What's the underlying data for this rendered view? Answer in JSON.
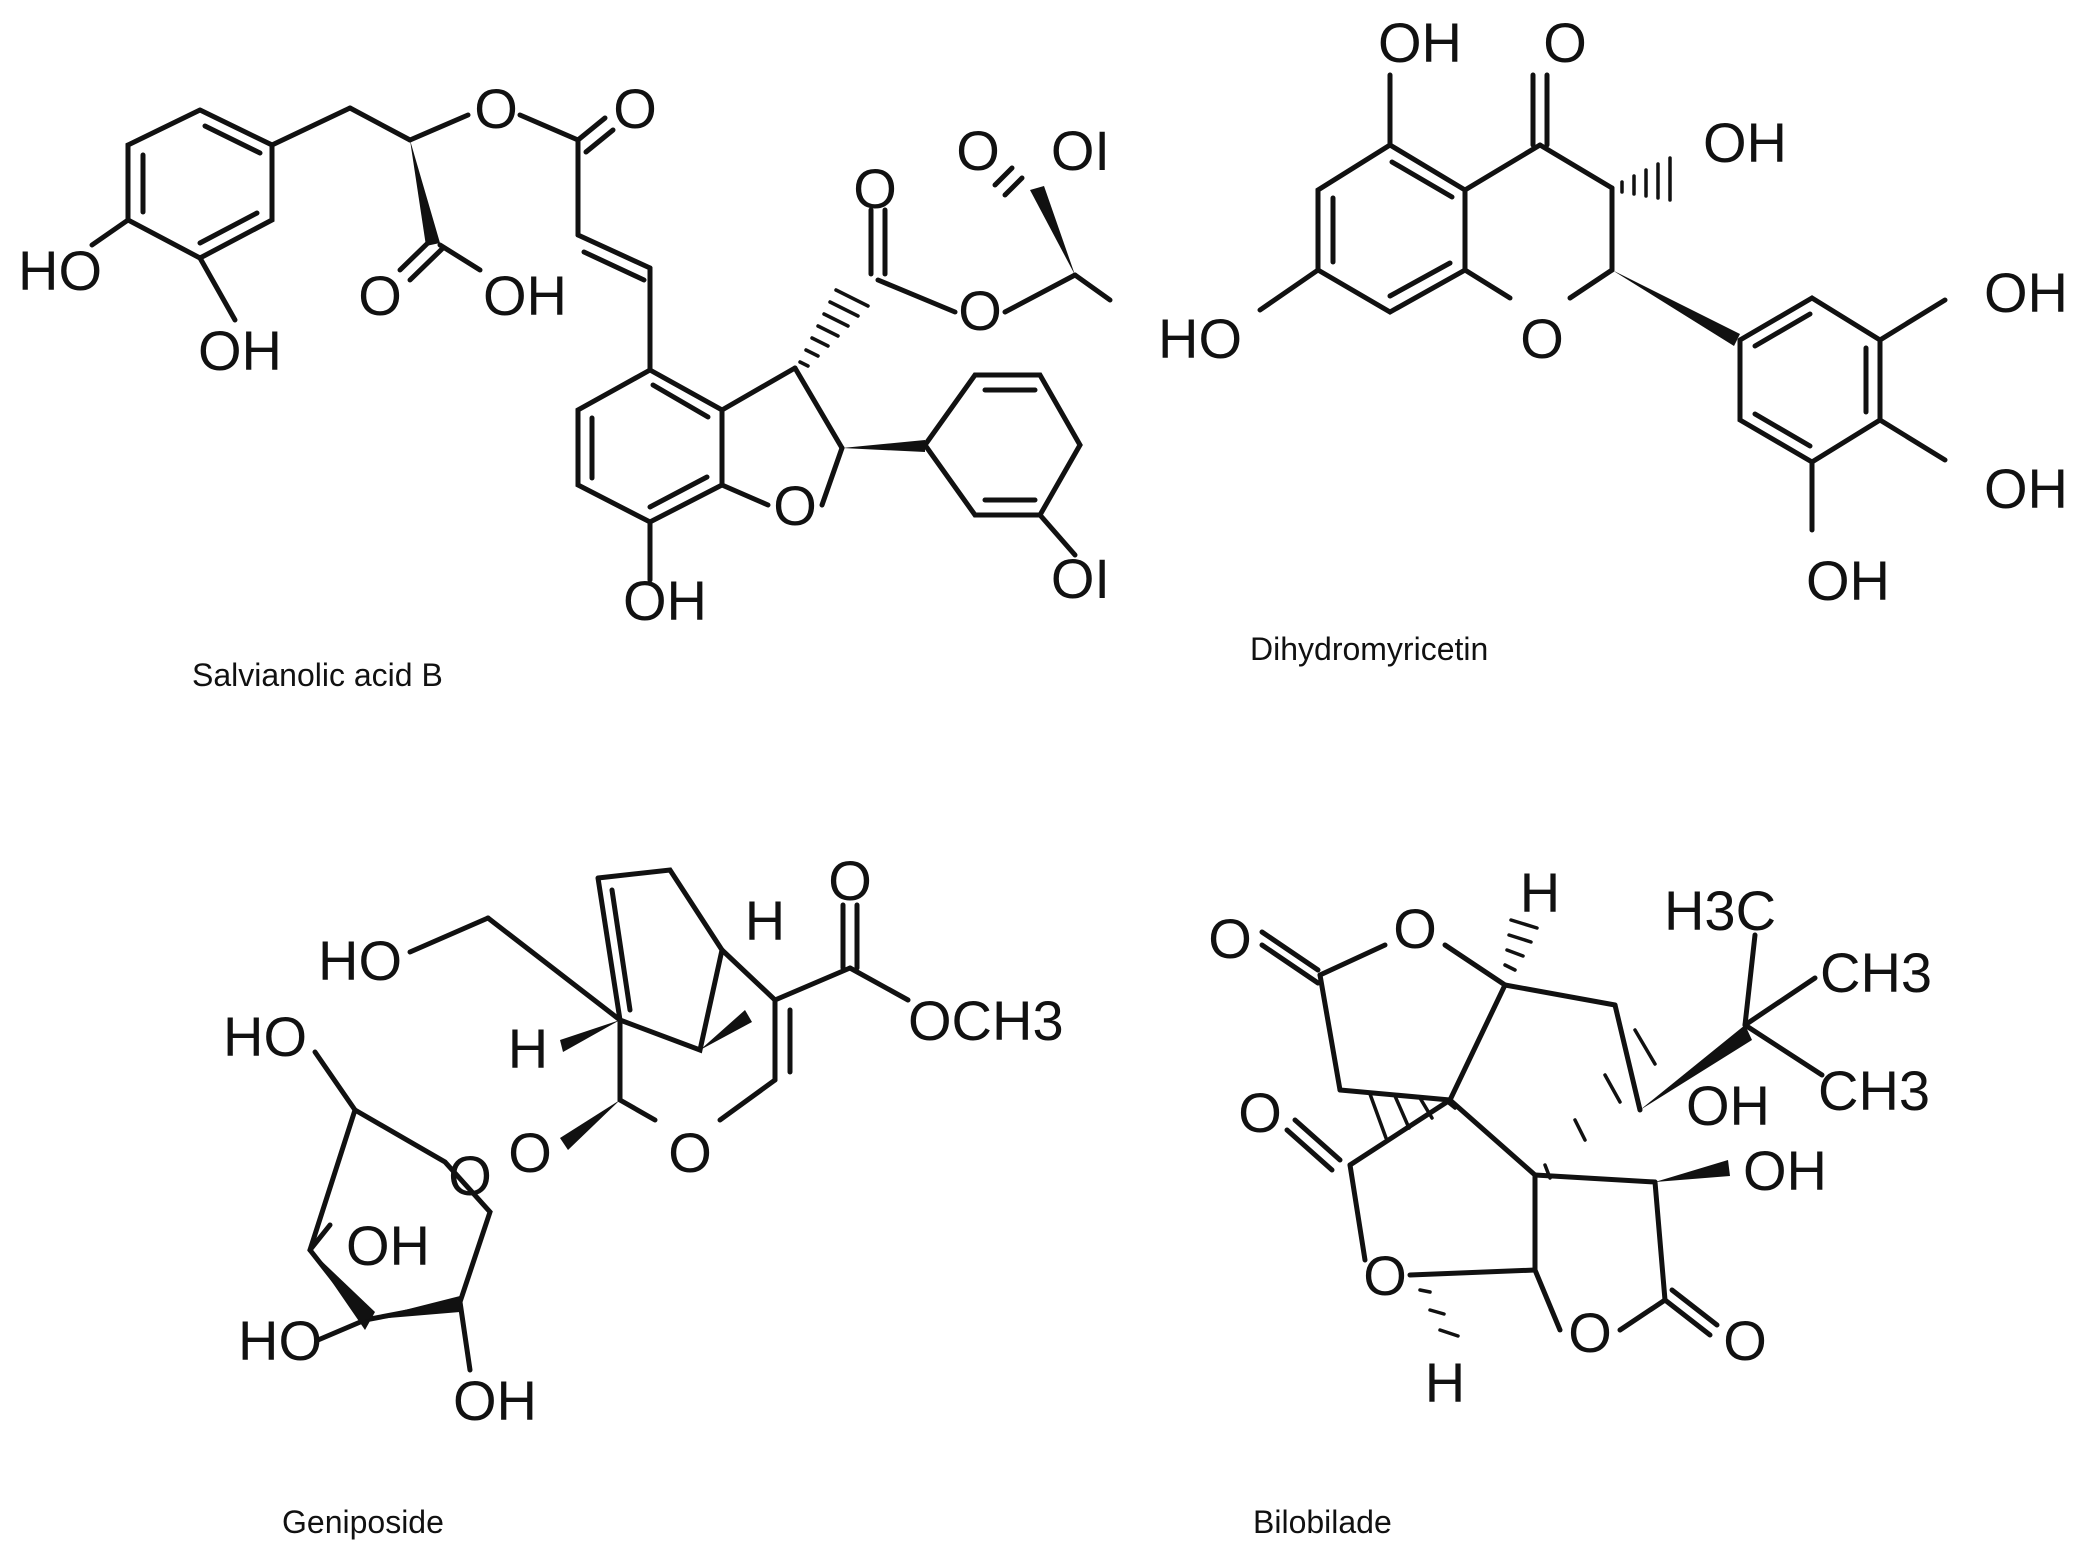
{
  "molecules": [
    {
      "name": "Salvianolic acid B",
      "atoms": [
        "O",
        "O",
        "O",
        "OH",
        "HO",
        "OH",
        "O",
        "O",
        "OI",
        "O",
        "O",
        "OH",
        "OI"
      ]
    },
    {
      "name": "Dihydromyricetin",
      "atoms": [
        "OH",
        "O",
        "OH",
        "HO",
        "O",
        "OH",
        "OH",
        "OH"
      ]
    },
    {
      "name": "Geniposide",
      "atoms": [
        "HO",
        "H",
        "O",
        "OCH3",
        "H",
        "HO",
        "O",
        "O",
        "O",
        "OH",
        "HO",
        "OH"
      ]
    },
    {
      "name": "Bilobilade",
      "atoms": [
        "O",
        "O",
        "H",
        "H3C",
        "CH3",
        "O",
        "OH",
        "CH3",
        "OH",
        "O",
        "O",
        "O",
        "H"
      ]
    }
  ]
}
